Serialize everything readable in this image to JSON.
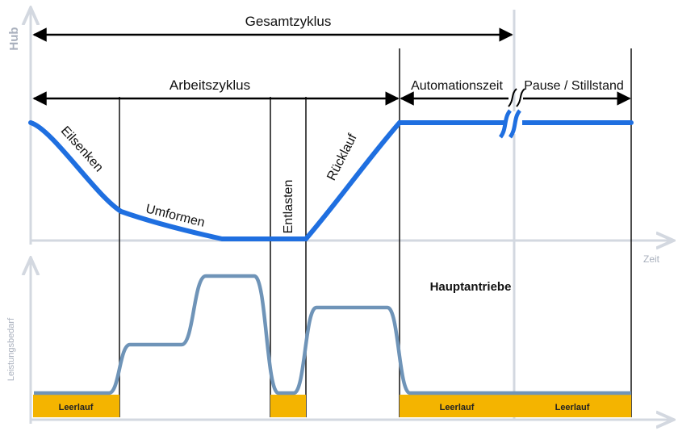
{
  "phases": {
    "total_cycle": "Gesamtzyklus",
    "work_cycle": "Arbeitszyklus",
    "automation_time": "Automationszeit",
    "pause": "Pause / Stillstand"
  },
  "stroke_labels": {
    "rapid_descent": "Eilsenken",
    "forming": "Umformen",
    "relief": "Entlasten",
    "return": "Rücklauf"
  },
  "axes": {
    "stroke": "Hub",
    "time": "Zeit",
    "power": "Leistungsbedarf"
  },
  "power_caption": "Hauptantriebe",
  "idle_label": "Leerlauf",
  "colors": {
    "stroke_curve": "#1f6fe0",
    "power_curve": "#6f94b8",
    "idle_fill": "#f4b400",
    "axis": "#d3d8e0",
    "divider": "#111111"
  }
}
